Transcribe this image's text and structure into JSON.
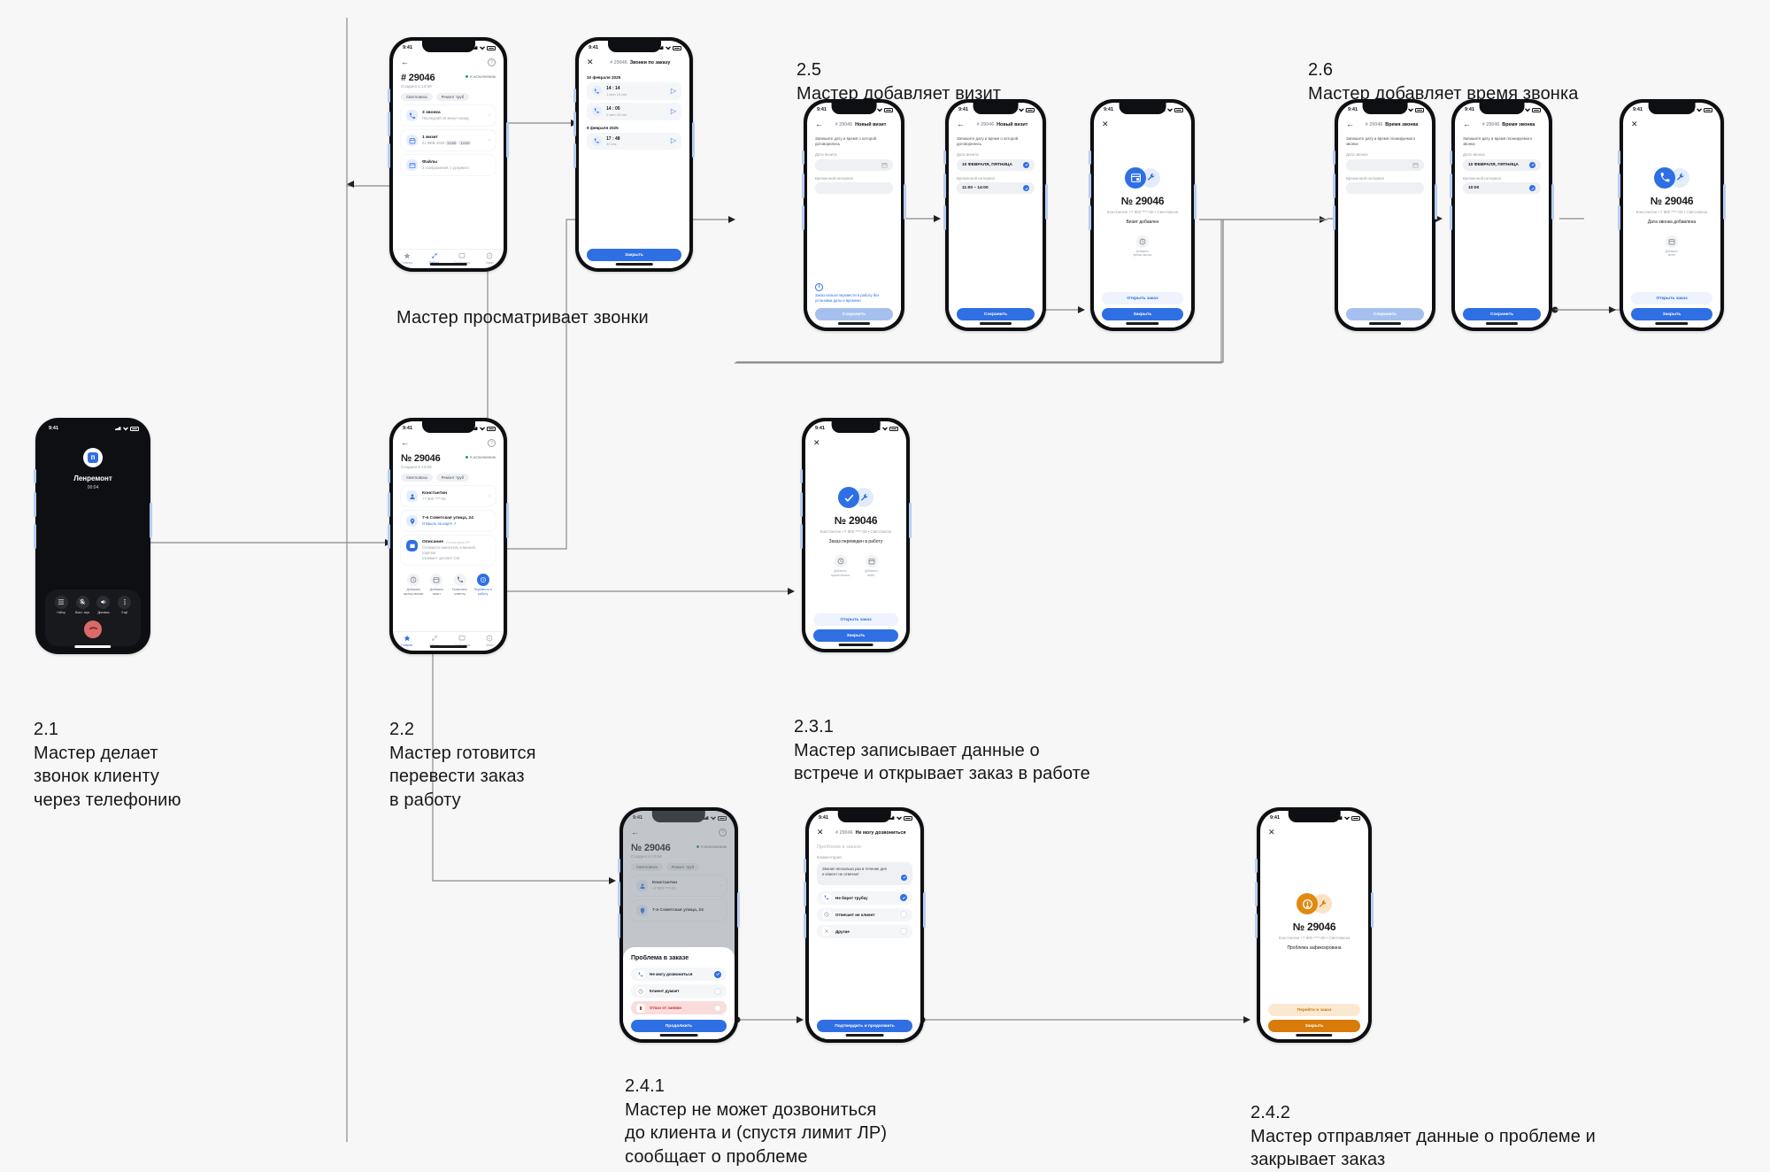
{
  "sections": [
    {
      "id": "2.1",
      "num": "2.1",
      "text": "Мастер делает\nзвонок клиенту\nчерез телефонию"
    },
    {
      "id": "2.2",
      "num": "2.2",
      "text": "Мастер готовится\nперевести заказ\nв работу"
    },
    {
      "id": "calls",
      "num": "",
      "text": "Мастер просматривает звонки"
    },
    {
      "id": "2.5",
      "num": "2.5",
      "text": "Мастер добавляет визит"
    },
    {
      "id": "2.6",
      "num": "2.6",
      "text": "Мастер добавляет время звонка"
    },
    {
      "id": "2.3.1",
      "num": "2.3.1",
      "text": "Мастер записывает данные о\nвстрече и открывает заказ в работе"
    },
    {
      "id": "2.4.1",
      "num": "2.4.1",
      "text": "Мастер не может дозвониться\nдо клиента и (спустя лимит ЛР)\nсообщает о проблеме"
    },
    {
      "id": "2.4.2",
      "num": "2.4.2",
      "text": "Мастер отправляет данные о проблеме и\nзакрывает заказ"
    }
  ],
  "common": {
    "status_time": "9:41",
    "order_number": "№ 29046",
    "order_number_hash": "# 29046",
    "order_created": "Создано в 13:59",
    "chips": [
      "Светловска",
      "Ремонт труб"
    ],
    "status_label": "К исполнению",
    "client_name": "Константин",
    "client_phone": "+7 900 ****-00",
    "client_city": "Светловска",
    "meta_line": "Константин  +7 900 ****-00  •  Светловска",
    "save_label": "Сохранить",
    "close_label": "Закрыть",
    "open_order_label": "Открыть заказ",
    "goto_order_label": "Перейти в заказ",
    "continue_label": "Продолжить",
    "confirm_continue_label": "Подтвердить и продолжить"
  },
  "phone_call": {
    "caller": "Ленремонт",
    "timer": "00:04",
    "keys": [
      {
        "icon": "keypad-icon",
        "label": "Набор"
      },
      {
        "icon": "mic-off-icon",
        "label": "Выкл. звук"
      },
      {
        "icon": "speaker-icon",
        "label": "Динамик"
      },
      {
        "icon": "more-icon",
        "label": "Ещё"
      }
    ],
    "end_call": "end-call-icon"
  },
  "order_calls_overview": {
    "title": "# 29046",
    "rows": [
      {
        "icon": "phone-icon",
        "title": "3 звонка",
        "sub": "Последний 10 минут назад",
        "chev": true
      },
      {
        "icon": "calendar-icon",
        "title": "1 визит",
        "sub": "21 ФЕВ 2025",
        "pills": [
          "13:00",
          "14:00"
        ],
        "chev": true
      },
      {
        "icon": "files-icon",
        "title": "Файлы",
        "sub": "3 изображения, 1 документ",
        "chev": false
      }
    ],
    "tabs": [
      {
        "label": "Главная",
        "icon": "star-icon",
        "active": false
      },
      {
        "label": "Работа",
        "icon": "tools-icon",
        "active": true
      },
      {
        "label": "Сообщения",
        "icon": "message-icon",
        "active": false
      },
      {
        "label": "Заказ",
        "icon": "wallet-icon",
        "active": false
      }
    ]
  },
  "calls_list": {
    "header_order": "# 29046",
    "header_title": "Звонки по заказу",
    "groups": [
      {
        "date": "10 февраля 2025",
        "items": [
          {
            "time": "14 : 14",
            "duration": "1 мин 15 сек"
          },
          {
            "time": "14 : 05",
            "duration": "2 мин 43 сек"
          }
        ]
      },
      {
        "date": "9 февраля 2025",
        "items": [
          {
            "time": "17 : 48",
            "duration": "30 сек"
          }
        ]
      }
    ],
    "button": "Закрыть"
  },
  "order_detail": {
    "title": "№ 29046",
    "client_row": {
      "name": "Константин",
      "phone": "+7 900 ****-00"
    },
    "address_row": {
      "address": "7-я Советская улица, 24",
      "link": "Открыть на карте ↗"
    },
    "description_row": {
      "title": "Описание",
      "badge": "Согласовано КР",
      "text": "Сломался смеситель в ванной, горячая\nотливает цепляет СМ"
    },
    "actions": [
      {
        "icon": "clock-icon",
        "label": "Добавить\nвремя звонка",
        "active": false
      },
      {
        "icon": "calendar-add-icon",
        "label": "Добавить\nвизит",
        "active": false
      },
      {
        "icon": "phone-icon",
        "label": "Позвонить\nклиенту",
        "active": false
      },
      {
        "icon": "refresh-icon",
        "label": "Перевести в\nработу",
        "active": true
      }
    ],
    "tabs": [
      {
        "label": "Главная",
        "icon": "star-icon",
        "active": true
      },
      {
        "label": "Работа",
        "icon": "tools-icon",
        "active": false
      },
      {
        "label": "Сообщения",
        "icon": "message-icon",
        "active": false
      },
      {
        "label": "Заказ",
        "icon": "wallet-icon",
        "active": false
      }
    ]
  },
  "new_visit_empty": {
    "header_order": "# 29046",
    "header_title": "Новый визит",
    "instruction": "Запишите дату и время о которой договорились",
    "label_date": "Дата визита",
    "value_date": "",
    "label_time": "Временной интервал",
    "value_time": "",
    "note": "Заказ нельзя перевести в работу без\nустановки даты и времени",
    "button": "Сохранить",
    "button_disabled": true
  },
  "new_visit_filled": {
    "header_order": "# 29046",
    "header_title": "Новый визит",
    "instruction": "Запишите дату и время о которой договорились",
    "label_date": "Дата визита",
    "value_date": "10 ФЕВРАЛЯ, ПЯТНИЦА",
    "label_time": "Временной интервал",
    "value_time": "11:00 – 14:00",
    "button": "Сохранить",
    "button_disabled": false
  },
  "visit_added": {
    "title": "№ 29046",
    "message": "Визит добавлен",
    "sub_action": {
      "icon": "clock-icon",
      "label": "Добавить\nвремя звонка"
    },
    "secondary": "Открыть заказ",
    "primary": "Закрыть"
  },
  "call_time_empty": {
    "header_order": "# 29046",
    "header_title": "Время звонка",
    "instruction": "Запишите дату и время планируемого звонка",
    "label_date": "Дата звонка",
    "value_date": "",
    "label_time": "Временной интервал",
    "value_time": "",
    "button": "Сохранить",
    "button_disabled": true
  },
  "call_time_filled": {
    "header_order": "# 29046",
    "header_title": "Время звонка",
    "instruction": "Запишите дату и время планируемого звонка",
    "label_date": "Дата звонка",
    "value_date": "10 ФЕВРАЛЯ, ПЯТНИЦА",
    "label_time": "Временной интервал",
    "value_time": "10:00",
    "button": "Сохранить",
    "button_disabled": false
  },
  "call_time_added": {
    "title": "№ 29046",
    "message": "Дата звонка добавлена",
    "sub_action": {
      "icon": "calendar-add-icon",
      "label": "Добавить\nвизит"
    },
    "secondary": "Открыть заказ",
    "primary": "Закрыть"
  },
  "order_in_work": {
    "title": "№ 29046",
    "message": "Заказ переведен в работу",
    "sub_actions": [
      {
        "icon": "clock-icon",
        "label": "Добавить\nвремя звонка"
      },
      {
        "icon": "calendar-add-icon",
        "label": "Добавить\nвизит"
      }
    ],
    "secondary": "Открыть заказ",
    "primary": "Закрыть"
  },
  "problem_sheet": {
    "heading": "Проблема в заказе",
    "options": [
      {
        "icon": "phone-missed-icon",
        "label": "Не могу дозвониться",
        "selected": true,
        "variant": "normal"
      },
      {
        "icon": "clock-icon",
        "label": "Клиент думает",
        "selected": false,
        "variant": "normal"
      },
      {
        "icon": "cancel-icon",
        "label": "Отказ от заявки",
        "selected": false,
        "variant": "red"
      }
    ],
    "button": "Продолжить"
  },
  "problem_detail": {
    "header_order": "# 29046",
    "header_title": "Не могу дозвониться",
    "faded_heading": "Проблема в заказе",
    "comment_label": "Комментарий",
    "comment_text": "Звонил несколько раз в течение дня\nи клиент не отвечает",
    "options": [
      {
        "icon": "phone-missed-icon",
        "label": "Не берет трубку",
        "selected": true
      },
      {
        "icon": "clock-icon",
        "label": "Отвечает не клиент",
        "selected": false
      },
      {
        "icon": "cancel-icon",
        "label": "Другие",
        "selected": false
      }
    ],
    "button": "Подтвердить и продолжить"
  },
  "problem_logged": {
    "title": "№ 29046",
    "message": "Проблема зафиксирована",
    "secondary": "Перейти в заказ",
    "primary": "Закрыть"
  },
  "colors": {
    "accent": "#2f6fe4",
    "accent_light": "#e3ecfb",
    "orange": "#d97b0a",
    "orange_light": "#f9e3c4",
    "danger": "#c0392b",
    "success": "#19a463",
    "canvas": "#f7f7f7"
  }
}
